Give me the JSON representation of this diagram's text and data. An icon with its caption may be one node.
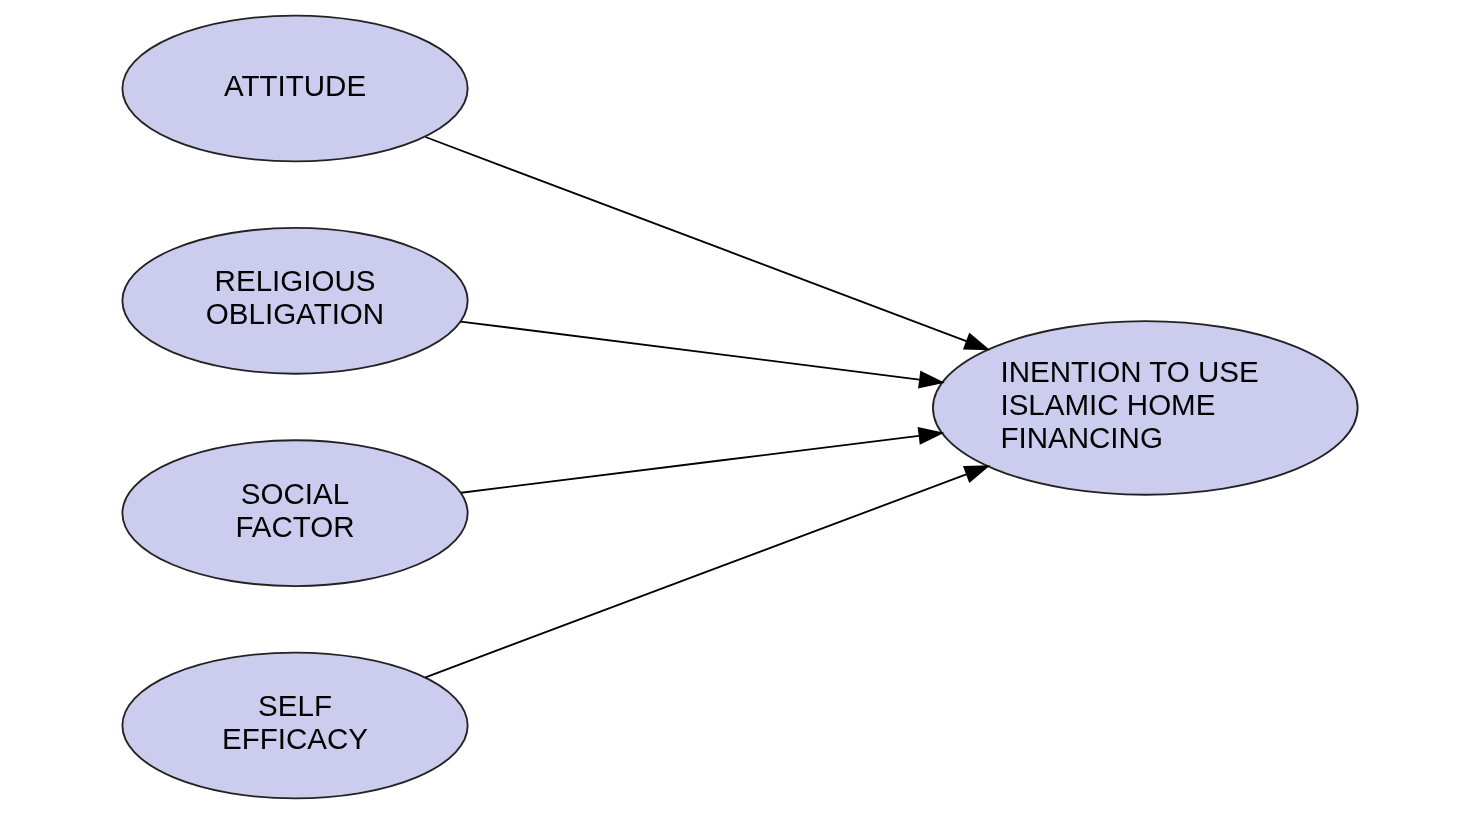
{
  "diagram": {
    "nodes": [
      {
        "text": [
          "ATTITUDE"
        ]
      },
      {
        "text": [
          "RELIGIOUS OBLIGATION"
        ]
      },
      {
        "text": [
          "SOCIAL FACTOR"
        ]
      },
      {
        "text": [
          "SELF EFFICACY"
        ]
      },
      {
        "text": [
          "INENTION TO USE ISLAMIC HOME FINANCING"
        ]
      }
    ],
    "edges": [
      {
        "from": 0,
        "to": 4,
        "arrow": "to"
      },
      {
        "from": 1,
        "to": 4,
        "arrow": "to"
      },
      {
        "from": 2,
        "to": 4,
        "arrow": "to"
      },
      {
        "from": 3,
        "to": 4,
        "arrow": "to"
      }
    ]
  }
}
